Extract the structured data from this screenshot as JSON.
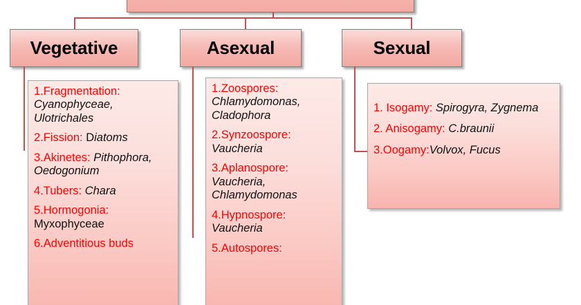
{
  "diagram": {
    "title_box": {
      "label": ""
    },
    "branches": [
      {
        "id": "vegetative",
        "label": "Vegetative"
      },
      {
        "id": "asexual",
        "label": "Asexual"
      },
      {
        "id": "sexual",
        "label": "Sexual"
      }
    ],
    "colors": {
      "term_red": "#ff0000",
      "connector": "#c0504d",
      "box_border": "#7f7f7f",
      "box_fill_top": "#fbdcd9",
      "box_fill_bottom": "#f3a9a2",
      "text_box_fill_top": "#fdeae7",
      "text_box_fill_bottom": "#f9b4ae",
      "body_text": "#111111"
    },
    "vegetative_items": [
      {
        "term": "1.Fragmentation:",
        "genus": "Cyanophyceae, Ulotrichales",
        "plain": ""
      },
      {
        "term": "2.Fission:",
        "genus": "iatoms",
        "plain": "D"
      },
      {
        "term": "3.Akinetes:",
        "genus": "Pithophora, Oedogonium",
        "plain": ""
      },
      {
        "term": "4.Tubers:",
        "genus": "Chara",
        "plain": ""
      },
      {
        "term": "5.Hormogonia:",
        "genus": "",
        "plain": "Myxophyceae"
      },
      {
        "term": "6.Adventitious buds",
        "genus": "",
        "plain": ""
      }
    ],
    "asexual_items": [
      {
        "term": "1.Zoospores:",
        "genus": "Chlamydomonas, Cladophora",
        "plain": ""
      },
      {
        "term": "2.Synzoospore:",
        "genus": "Vaucheria",
        "plain": ""
      },
      {
        "term": "3.Aplanospore:",
        "genus": "Vaucheria, Chlamydomonas",
        "plain": ""
      },
      {
        "term": "4.Hypnospore:",
        "genus": "Vaucheria",
        "plain": ""
      },
      {
        "term": "5.Autospores:",
        "genus": "",
        "plain": ""
      }
    ],
    "sexual_items": [
      {
        "term": "1. Isogamy:",
        "genus": "Spirogyra, Zygnema",
        "plain": ""
      },
      {
        "term": "2. Anisogamy:",
        "genus": "C.braunii",
        "plain": ""
      },
      {
        "term": "3.Oogamy:",
        "genus": "Volvox, Fucus",
        "plain": ""
      }
    ]
  }
}
